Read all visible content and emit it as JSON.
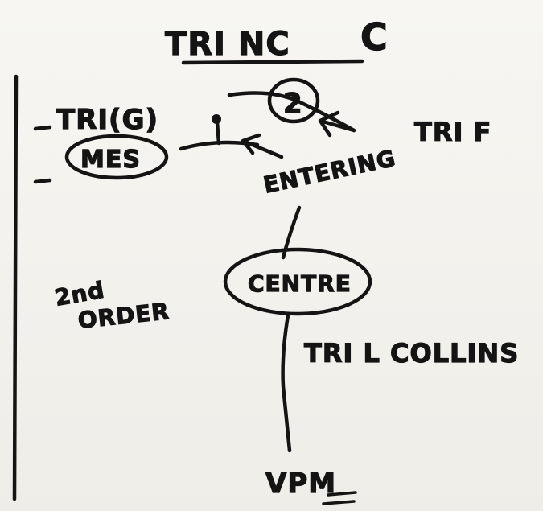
{
  "title": "TRI NC",
  "title_symbol": "C",
  "left_side": {
    "top_label": "TRI(G)",
    "circled_label": "MES"
  },
  "upper_node_label": "2",
  "right_labels": {
    "mid": "TRI F",
    "entering": "ENTERING"
  },
  "central_node": "CENTRE",
  "side_note": {
    "line1": "2nd",
    "line2": "ORDER"
  },
  "lower_label": "TRI L COLLINS",
  "bottom_label": "VPM"
}
